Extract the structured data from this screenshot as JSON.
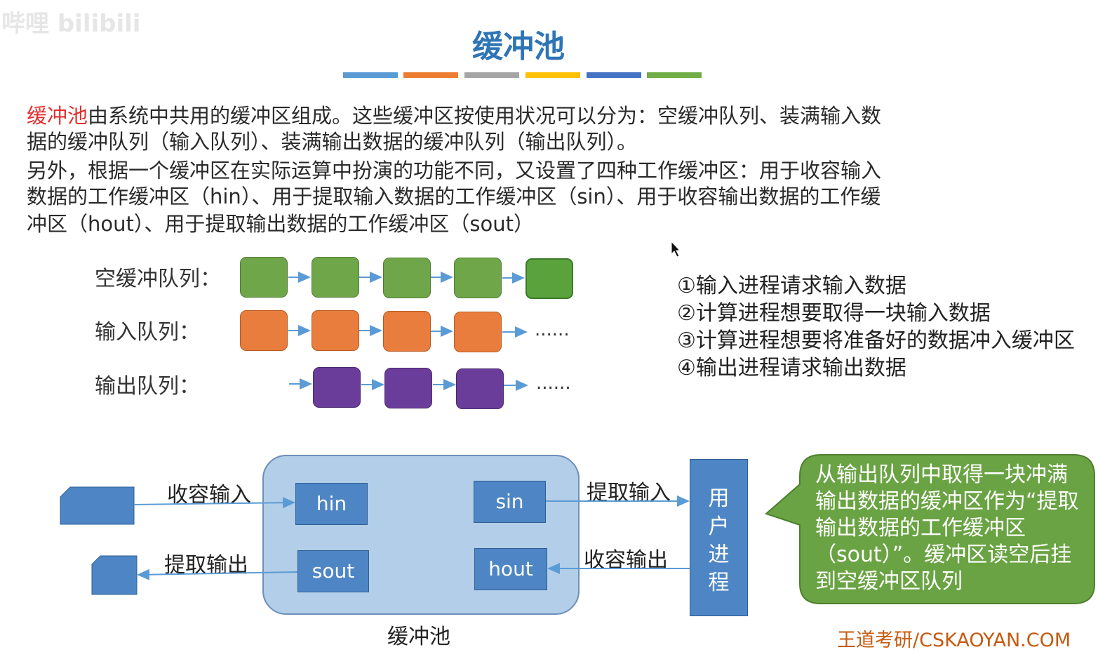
{
  "watermark": "哔哩 bilibili",
  "title": "缓冲池",
  "title_bar_colors": [
    "#5b9bd5",
    "#ed7d31",
    "#a5a5a5",
    "#ffc000",
    "#4472c4",
    "#70ad47"
  ],
  "intro": {
    "highlight": "缓冲池",
    "line1_rest": "由系统中共用的缓冲区组成。这些缓冲区按使用状况可以分为：空缓冲队列、装满输入数",
    "line2": "据的缓冲队列（输入队列）、装满输出数据的缓冲队列（输出队列）。",
    "line3": "另外，根据一个缓冲区在实际运算中扮演的功能不同，又设置了四种工作缓冲区：用于收容输入",
    "line4": "数据的工作缓冲区（hin）、用于提取输入数据的工作缓冲区（sin）、用于收容输出数据的工作缓",
    "line5": "冲区（hout）、用于提取输出数据的工作缓冲区（sout）"
  },
  "queues": {
    "empty_label": "空缓冲队列：",
    "input_label": "输入队列：",
    "output_label": "输出队列：",
    "ellipsis": "......",
    "colors": {
      "empty": "#70a64a",
      "input": "#e87d3e",
      "output": "#6a3d9a"
    }
  },
  "steps": [
    "①输入进程请求输入数据",
    "②计算进程想要取得一块输入数据",
    "③计算进程想要将准备好的数据冲入缓冲区",
    "④输出进程请求输出数据"
  ],
  "pool": {
    "label": "缓冲池",
    "hin": "hin",
    "sin": "sin",
    "sout": "sout",
    "hout": "hout"
  },
  "arrows": {
    "collect_input": "收容输入",
    "extract_output": "提取输出",
    "extract_input": "提取输入",
    "collect_output": "收容输出"
  },
  "user_process": [
    "用",
    "户",
    "进",
    "程"
  ],
  "callout": {
    "text": "从输出队列中取得一块冲满输出数据的缓冲区作为“提取输出数据的工作缓冲区（sout）”。缓冲区读空后挂到空缓冲区队列",
    "color": "#6aa343"
  },
  "brand": "王道考研/CSKAOYAN.COM"
}
